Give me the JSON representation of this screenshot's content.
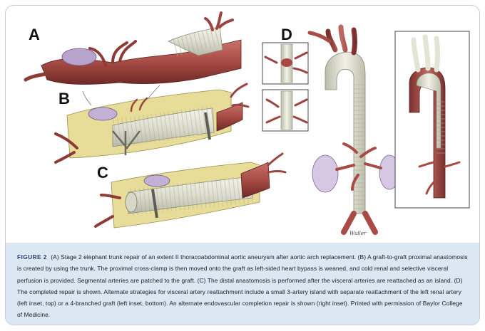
{
  "figure": {
    "panel_labels": {
      "a": "A",
      "b": "B",
      "c": "C",
      "d": "D"
    },
    "signature": "Wuller",
    "caption": {
      "label": "FIGURE 2",
      "text": "(A) Stage 2 elephant trunk repair of an extent II thoracoabdominal aortic aneurysm after aortic arch replacement. (B) A graft-to-graft proximal anastomosis is created by using the trunk. The proximal cross-clamp is then moved onto the graft as left-sided heart bypass is weaned, and cold renal and selective visceral perfusion is provided. Segmental arteries are patched to the graft. (C) The distal anastomosis is performed after the visceral arteries are reattached as an island. (D) The completed repair is shown. Alternate strategies for visceral artery reattachment include a small 3-artery island with separate reattachment of the left renal artery (left inset, top) or a 4-branched graft (left inset, bottom). An alternate endovascular completion repair is shown (right inset). Printed with permission of Baylor College of Medicine."
    },
    "colors": {
      "aorta": "#a84b45",
      "aorta_dark": "#7a2f2c",
      "graft": "#e4e4d4",
      "sac": "#e9df9b",
      "kidney": "#c9b8d9",
      "caption_bg": "#dbe7f3",
      "caption_label": "#2d3f6f",
      "frame": "#c9cbd0"
    }
  }
}
